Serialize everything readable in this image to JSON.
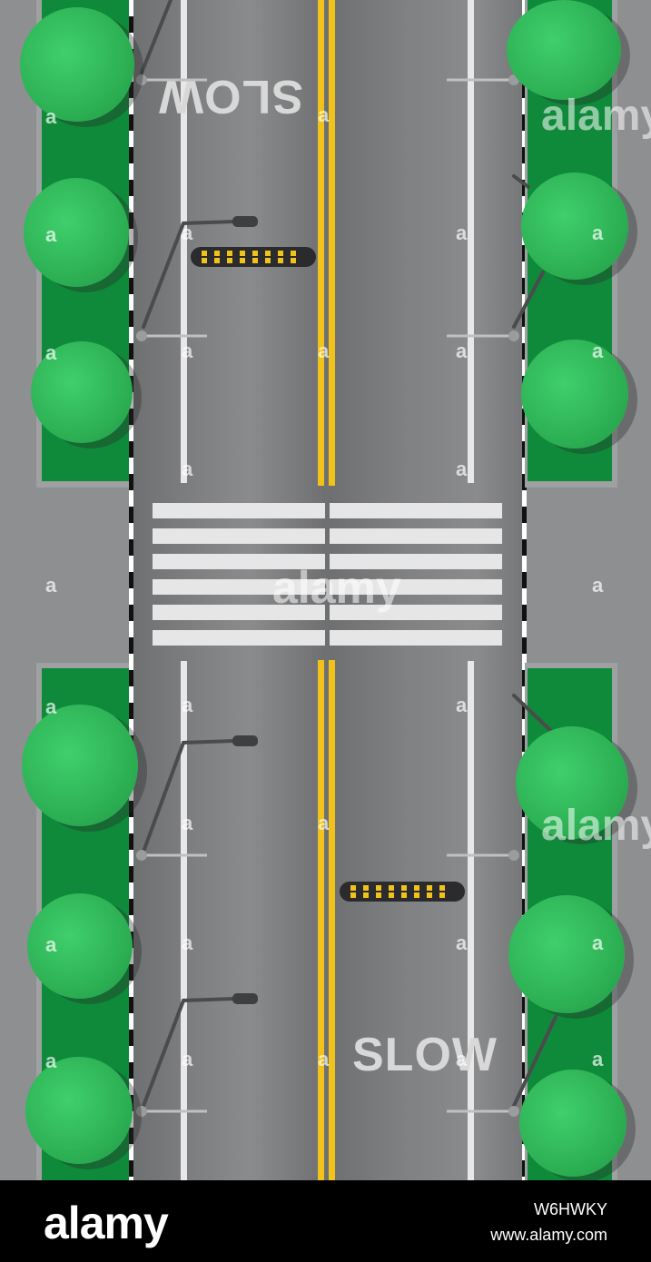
{
  "road_markings": {
    "top_text": "SLOW",
    "bottom_text": "SLOW"
  },
  "watermark": {
    "brand": "alamy",
    "small": "a"
  },
  "footer": {
    "logo": "alamy",
    "image_id": "W6HWKY",
    "site": "www.alamy.com"
  },
  "colors": {
    "grass": "#0f8a3a",
    "tree": "#2fb457",
    "center_line": "#f0c21a",
    "road": "#7b7c7e",
    "sidewalk": "#8e8f91"
  }
}
